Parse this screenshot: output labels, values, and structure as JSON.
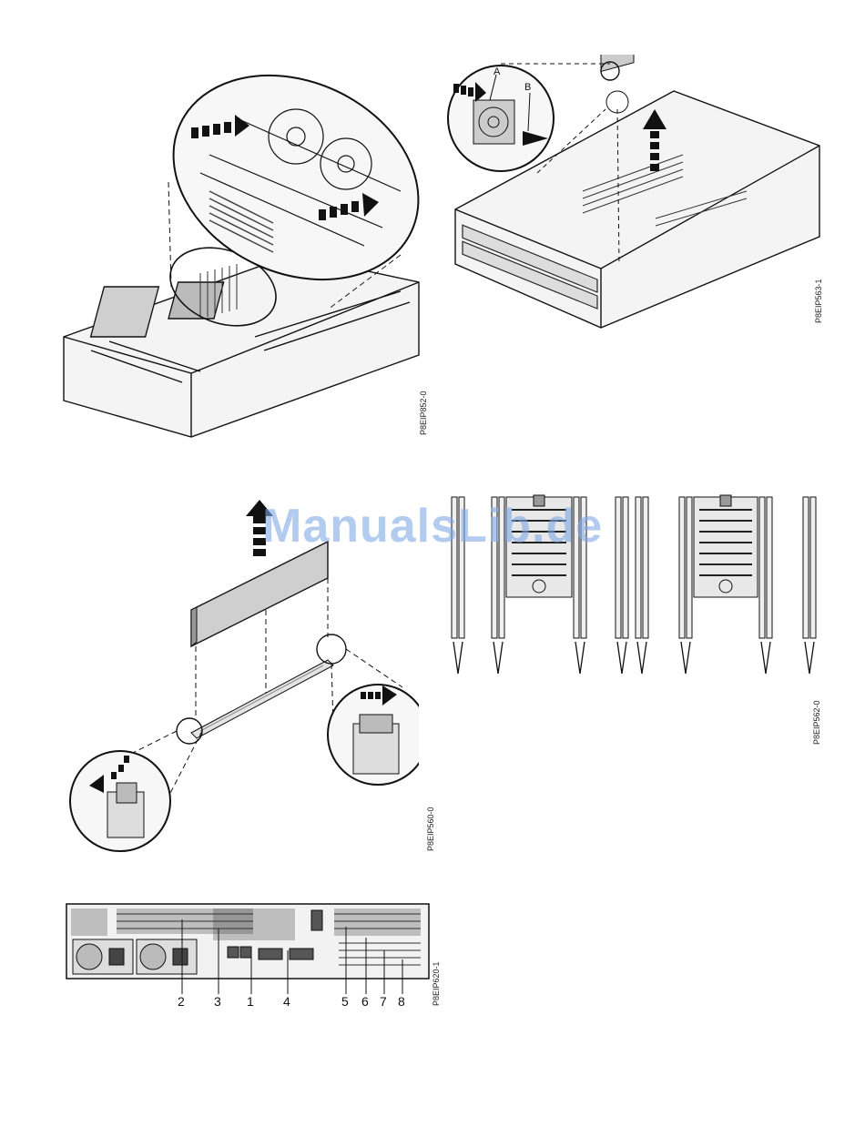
{
  "figures": {
    "fig1": {
      "id": "P8EIP852-0"
    },
    "fig2": {
      "id": "P8EIP563-1",
      "labels": {
        "a": "A",
        "b": "B"
      }
    },
    "fig3": {
      "id": "P8EIP560-0"
    },
    "fig4": {
      "id": "P8EIP562-0"
    },
    "fig5": {
      "id": "P8EIP620-1",
      "callouts": [
        "2",
        "3",
        "1",
        "4",
        "5",
        "6",
        "7",
        "8"
      ]
    }
  },
  "watermark": "ManualsLib.de",
  "colors": {
    "line": "#111111",
    "panel": "#e6e6e6",
    "dark": "#222222",
    "watermark": "#7fa9e6"
  }
}
